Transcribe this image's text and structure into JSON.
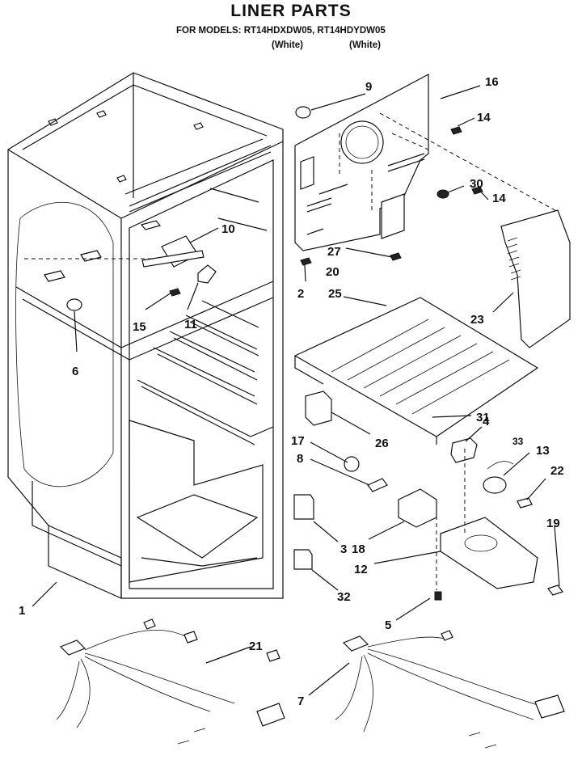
{
  "header": {
    "title": "LINER PARTS",
    "models_line": "FOR MODELS: RT14HDXDW05, RT14HDYDW05",
    "color_1": "(White)",
    "color_2": "(White)"
  },
  "callouts": [
    "1",
    "2",
    "3",
    "4",
    "5",
    "6",
    "7",
    "8",
    "9",
    "10",
    "11",
    "12",
    "13",
    "14",
    "14",
    "15",
    "16",
    "17",
    "18",
    "19",
    "20",
    "21",
    "22",
    "23",
    "25",
    "26",
    "27",
    "30",
    "31",
    "32",
    "33"
  ]
}
